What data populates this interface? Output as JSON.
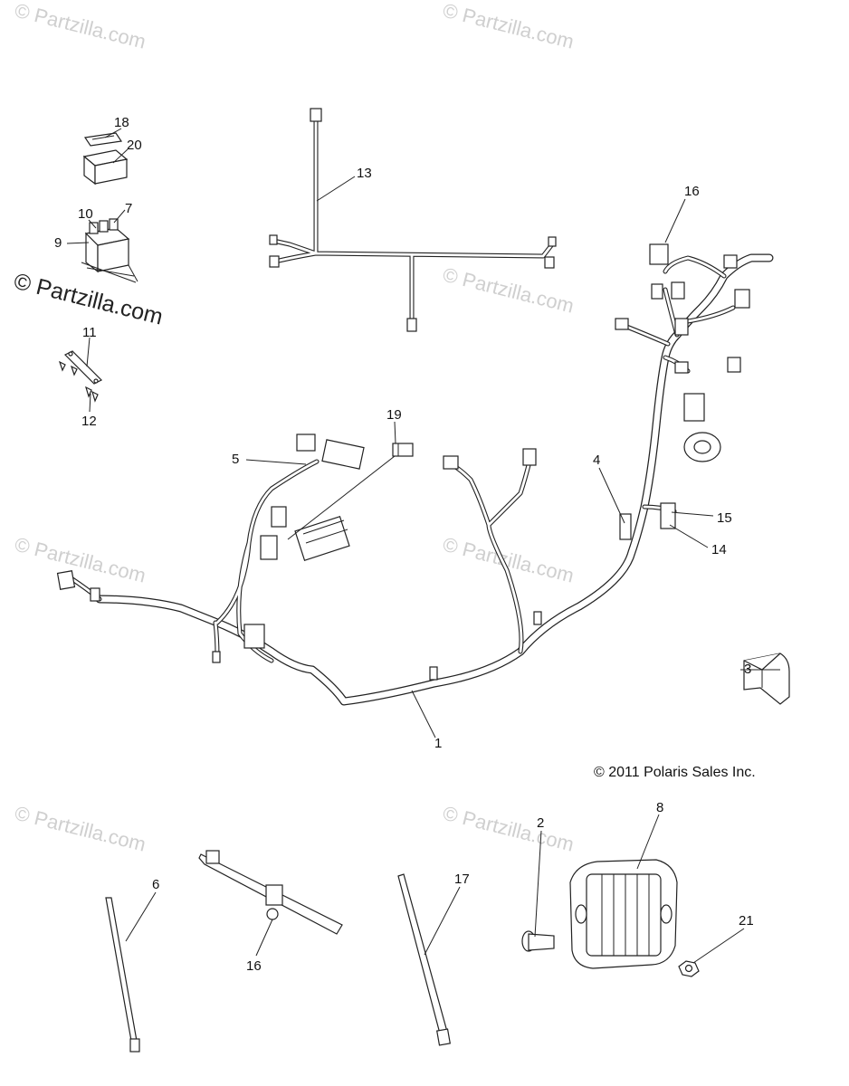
{
  "watermarks": [
    {
      "text": "© Partzilla.com"
    },
    {
      "text": "© Partzilla.com"
    },
    {
      "text": "© Partzilla.com"
    },
    {
      "text": "© Partzilla.com"
    },
    {
      "text": "© Partzilla.com"
    },
    {
      "text": "© Partzilla.com"
    },
    {
      "text": "© Partzilla.com"
    },
    {
      "text": "© Partzilla.com"
    }
  ],
  "main_watermark": "© Partzilla.com",
  "copyright": "© 2011 Polaris Sales Inc.",
  "callouts": [
    "18",
    "20",
    "10",
    "7",
    "9",
    "11",
    "12",
    "13",
    "16",
    "19",
    "5",
    "4",
    "15",
    "14",
    "3",
    "1",
    "2",
    "8",
    "6",
    "17",
    "16",
    "21"
  ]
}
